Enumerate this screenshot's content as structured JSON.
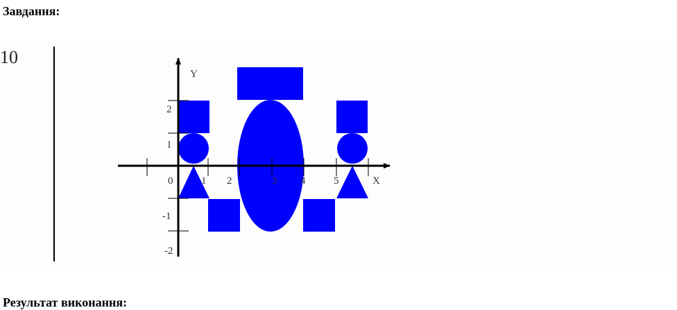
{
  "headings": {
    "task": "Завдання:",
    "result": "Результат виконання:"
  },
  "row_number": "10",
  "axes": {
    "x_label": "X",
    "y_label": "Y",
    "origin_label": "0",
    "x_tick_labels": [
      "1",
      "2",
      "3",
      "4",
      "5"
    ],
    "y_tick_labels": [
      "2",
      "1",
      "-1",
      "-2"
    ]
  },
  "colors": {
    "shape_fill": "#0000ff",
    "axis": "#000000",
    "panel_background": "#fdfdfd"
  }
}
